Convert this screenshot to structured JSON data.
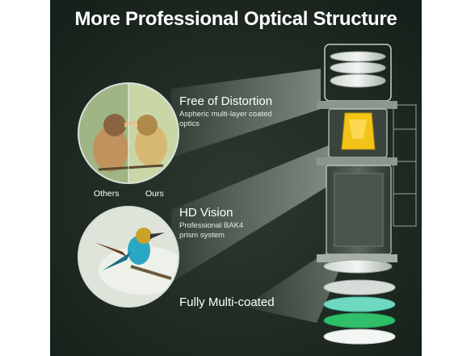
{
  "title": "More Professional Optical Structure",
  "features": [
    {
      "title": "Free of Distortion",
      "description": "Aspheric multi-layer coated optics"
    },
    {
      "title": "HD Vision",
      "description": "Professional BAK4 prism system"
    },
    {
      "title": "Fully Multi-coated",
      "description": ""
    }
  ],
  "comparison": {
    "left_label": "Others",
    "right_label": "Ours"
  },
  "colors": {
    "background": "#1f2a22",
    "prism": "#f2c418",
    "coating_1": "#d6dcd8",
    "coating_2": "#6fd8c0",
    "coating_3": "#2fbf6a",
    "coating_4": "#f4f6f4"
  }
}
